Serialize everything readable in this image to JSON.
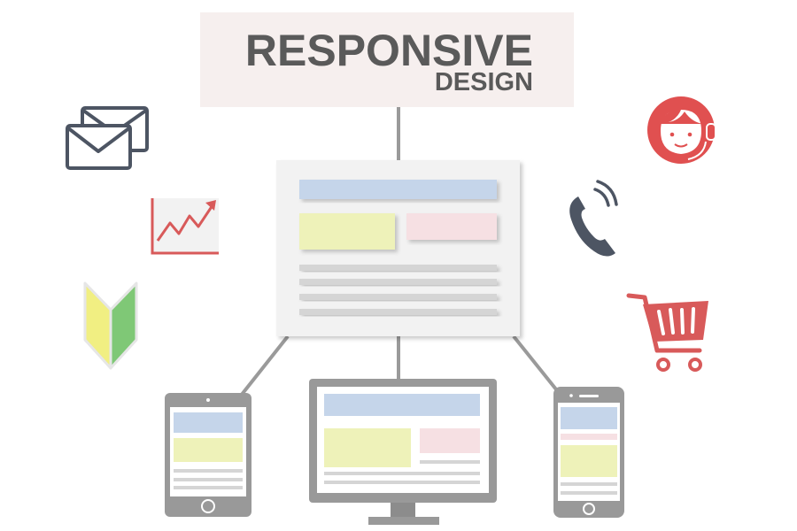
{
  "title": {
    "main": "RESPONSIVE",
    "sub": "DESIGN"
  },
  "icons": [
    "mail-icon",
    "chart-up-icon",
    "beginner-mark-icon",
    "support-operator-icon",
    "phone-icon",
    "shopping-cart-icon"
  ],
  "devices": [
    "tablet",
    "desktop-monitor",
    "smartphone"
  ],
  "colors": {
    "title_bg": "#f6efee",
    "title_text": "#5a5a5a",
    "header_block": "#c5d5ea",
    "yellow_block": "#eef2b9",
    "pink_block": "#f6e0e3",
    "gray_lines": "#d5d5d5",
    "device_frame": "#999999",
    "accent_red": "#e05050",
    "icon_dark": "#4d5563"
  }
}
